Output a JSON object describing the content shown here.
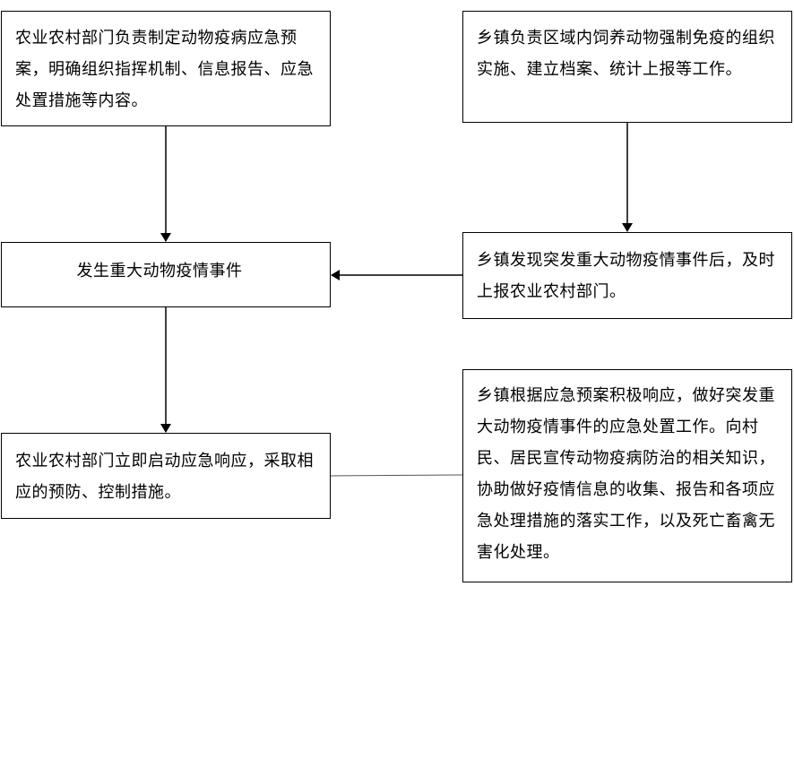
{
  "nodes": {
    "agri_plan": "农业农村部门负责制定动物疫病应急预案，明确组织指挥机制、信息报告、应急处置措施等内容。",
    "township_immunization": "乡镇负责区域内饲养动物强制免疫的组织实施、建立档案、统计上报等工作。",
    "major_outbreak": "发生重大动物疫情事件",
    "township_report": "乡镇发现突发重大动物疫情事件后，及时上报农业农村部门。",
    "agri_response": "农业农村部门立即启动应急响应，采取相应的预防、控制措施。",
    "township_response": "乡镇根据应急预案积极响应，做好突发重大动物疫情事件的应急处置工作。向村民、居民宣传动物疫病防治的相关知识，协助做好疫情信息的收集、报告和各项应急处理措施的落实工作，以及死亡畜禽无害化处理。"
  },
  "edges": [
    {
      "from": "agri_plan",
      "to": "major_outbreak",
      "arrow": true
    },
    {
      "from": "township_immunization",
      "to": "township_report",
      "arrow": true
    },
    {
      "from": "township_report",
      "to": "major_outbreak",
      "arrow": true
    },
    {
      "from": "major_outbreak",
      "to": "agri_response",
      "arrow": true
    },
    {
      "from": "agri_response",
      "to": "township_response",
      "arrow": false
    }
  ],
  "colors": {
    "stroke": "#000000",
    "background": "#ffffff"
  }
}
